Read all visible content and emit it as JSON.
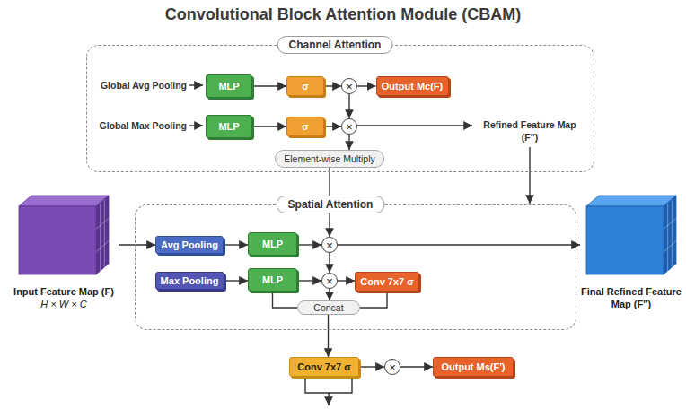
{
  "diagram": {
    "title": "Convolutional Block Attention Module (CBAM)",
    "nodes": [
      {
        "text": [
          "Channel Attention"
        ]
      },
      {
        "text": [
          "MLP"
        ],
        "in": 0
      },
      {
        "text": [
          "σ"
        ],
        "in": 0
      },
      {
        "text": [
          "×"
        ],
        "in": 0
      },
      {
        "text": [
          "Output Mc(F)"
        ],
        "in": 0
      },
      {
        "text": [
          "MLP"
        ],
        "in": 0
      },
      {
        "text": [
          "σ"
        ],
        "in": 0
      },
      {
        "text": [
          "×"
        ],
        "in": 0
      },
      {
        "text": [
          "Element-wise Multiply"
        ],
        "in": 0
      },
      {
        "text": [
          "Input Feature Map (F)",
          "H × W × C"
        ]
      },
      {
        "text": [
          "Spatial Attention"
        ]
      },
      {
        "text": [
          "Avg Pooling"
        ],
        "in": 10
      },
      {
        "text": [
          "MLP"
        ],
        "in": 10
      },
      {
        "text": [
          "×"
        ],
        "in": 10
      },
      {
        "text": [
          "Max Pooling"
        ],
        "in": 10
      },
      {
        "text": [
          "MLP"
        ],
        "in": 10
      },
      {
        "text": [
          "×"
        ],
        "in": 10
      },
      {
        "text": [
          "Conv 7x7 σ"
        ],
        "in": 10
      },
      {
        "text": [
          "Concat"
        ],
        "in": 10
      },
      {
        "text": [
          "Final Refined Feature Map (F″)"
        ]
      },
      {
        "text": [
          "Conv 7x7 σ"
        ]
      },
      {
        "text": [
          "×"
        ]
      },
      {
        "text": [
          "Output Ms(F′)"
        ]
      }
    ],
    "edges": [
      {
        "from": 1,
        "to": 2,
        "arrow": "to"
      },
      {
        "from": 2,
        "to": 3,
        "arrow": "to"
      },
      {
        "from": 3,
        "to": 4,
        "arrow": "to"
      },
      {
        "from": 3,
        "to": 7,
        "arrow": "to"
      },
      {
        "from": 5,
        "to": 6,
        "arrow": "to"
      },
      {
        "from": 6,
        "to": 7,
        "arrow": "to"
      },
      {
        "from": 7,
        "to": 8,
        "arrow": "to"
      },
      {
        "from": 8,
        "to": 13,
        "arrow": "to"
      },
      {
        "from": 9,
        "to": 11,
        "arrow": "to"
      },
      {
        "from": 11,
        "to": 12,
        "arrow": "to"
      },
      {
        "from": 12,
        "to": 13,
        "arrow": "to"
      },
      {
        "from": 13,
        "to": 19,
        "arrow": "to"
      },
      {
        "from": 14,
        "to": 15,
        "arrow": "to"
      },
      {
        "from": 15,
        "to": 16,
        "arrow": "to"
      },
      {
        "from": 13,
        "to": 16,
        "arrow": "to"
      },
      {
        "from": 16,
        "to": 17,
        "arrow": "to"
      },
      {
        "from": 16,
        "to": 18,
        "arrow": "to"
      },
      {
        "from": 15,
        "to": 18,
        "arrow": "none"
      },
      {
        "from": 17,
        "to": 18,
        "arrow": "none"
      },
      {
        "from": 18,
        "to": 20,
        "arrow": "to"
      },
      {
        "from": 20,
        "to": 21,
        "arrow": "to"
      },
      {
        "from": 21,
        "to": 22,
        "arrow": "to"
      }
    ],
    "labels": [
      "Global Avg Pooling",
      "Global Max Pooling",
      "Refined Feature Map (F″)"
    ]
  }
}
